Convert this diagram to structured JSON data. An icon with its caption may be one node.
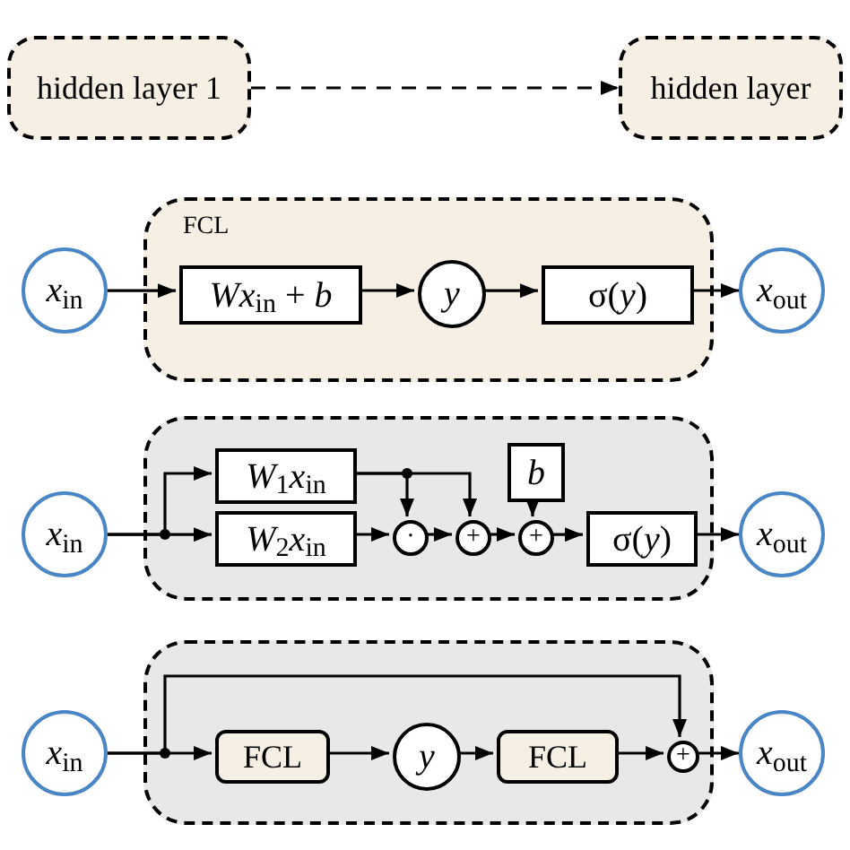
{
  "diagram": {
    "nodes": [
      {
        "text": [
          "hidden layer 1"
        ]
      },
      {
        "text": [
          "hidden layer"
        ]
      },
      {
        "text": [
          "FCL"
        ]
      },
      {
        "text": [
          "*Wx*$_{in}$ + *b*"
        ],
        "in": 2
      },
      {
        "text": [
          "y"
        ],
        "in": 2
      },
      {
        "text": [
          "σ(*y*)"
        ],
        "in": 2
      },
      {
        "text": [
          "*x*$_{in}$"
        ]
      },
      {
        "text": [
          "*x*$_{out}$"
        ]
      },
      {
        "text": [],
        "shape": "box"
      },
      {
        "text": [
          "*x*$_{in}$"
        ]
      },
      {
        "text": [
          "*W*$_{1}$*x*$_{in}$"
        ],
        "in": 8
      },
      {
        "text": [
          "*W*$_{2}$*x*$_{in}$"
        ],
        "in": 8
      },
      {
        "text": [
          "b"
        ],
        "in": 8
      },
      {
        "text": [
          "·"
        ],
        "in": 8
      },
      {
        "text": [
          "+"
        ],
        "in": 8
      },
      {
        "text": [
          "+"
        ],
        "in": 8
      },
      {
        "text": [
          "σ(*y*)"
        ],
        "in": 8
      },
      {
        "text": [
          "*x*$_{out}$"
        ]
      },
      {
        "text": [],
        "shape": "box"
      },
      {
        "text": [
          "*x*$_{in}$"
        ]
      },
      {
        "text": [
          "FCL"
        ],
        "in": 18
      },
      {
        "text": [
          "y"
        ],
        "in": 18
      },
      {
        "text": [
          "FCL"
        ],
        "in": 18
      },
      {
        "text": [
          "+"
        ],
        "in": 18
      },
      {
        "text": [
          "*x*$_{out}$"
        ]
      }
    ],
    "edges": [
      {
        "from": 0,
        "to": 1,
        "arrow": "to",
        "style": "dashed"
      },
      {
        "from": 6,
        "to": 3,
        "arrow": "to"
      },
      {
        "from": 3,
        "to": 4,
        "arrow": "to"
      },
      {
        "from": 4,
        "to": 5,
        "arrow": "to"
      },
      {
        "from": 5,
        "to": 7,
        "arrow": "to"
      },
      {
        "from": 9,
        "to": 10,
        "arrow": "to"
      },
      {
        "from": 9,
        "to": 11,
        "arrow": "to"
      },
      {
        "from": 10,
        "to": 13,
        "arrow": "to"
      },
      {
        "from": 10,
        "to": 14,
        "arrow": "to"
      },
      {
        "from": 11,
        "to": 13,
        "arrow": "to"
      },
      {
        "from": 13,
        "to": 14,
        "arrow": "to"
      },
      {
        "from": 14,
        "to": 15,
        "arrow": "to"
      },
      {
        "from": 15,
        "to": 16,
        "arrow": "to"
      },
      {
        "from": 12,
        "to": 15,
        "arrow": "to"
      },
      {
        "from": 16,
        "to": 17,
        "arrow": "to"
      },
      {
        "from": 19,
        "to": 20,
        "arrow": "to"
      },
      {
        "from": 19,
        "to": 23,
        "arrow": "to"
      },
      {
        "from": 20,
        "to": 21,
        "arrow": "to"
      },
      {
        "from": 21,
        "to": 22,
        "arrow": "to"
      },
      {
        "from": 22,
        "to": 23,
        "arrow": "to"
      },
      {
        "from": 23,
        "to": 24,
        "arrow": "to"
      }
    ]
  }
}
